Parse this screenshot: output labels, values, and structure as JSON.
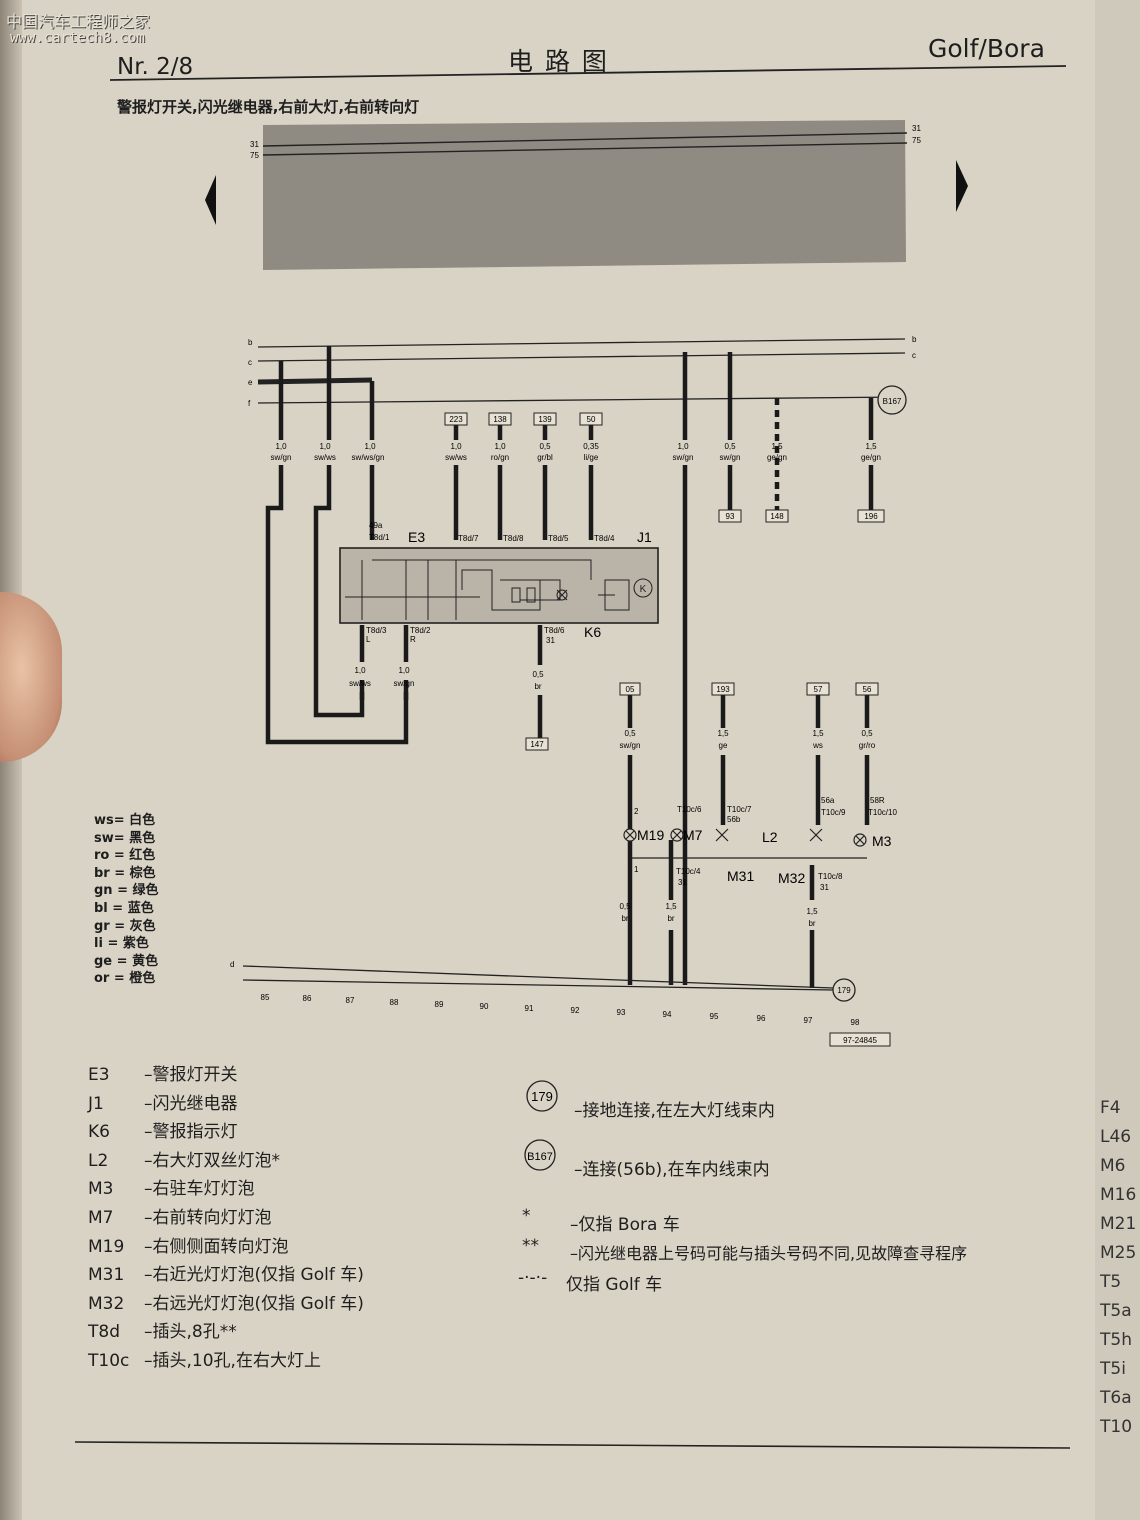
{
  "watermark": {
    "line1": "中国汽车工程师之家",
    "line2": "www.cartech8.com"
  },
  "header": {
    "page_no": "Nr. 2/8",
    "title": "电 路 图",
    "model": "Golf/Bora"
  },
  "subtitle": "警报灯开关,闪光继电器,右前大灯,右前转向灯",
  "diagram": {
    "bus_top_labels": [
      "31",
      "75"
    ],
    "bus_labels": [
      "b",
      "c",
      "e",
      "f",
      "d"
    ],
    "wires_top": [
      {
        "size": "1,0",
        "color": "sw/gn"
      },
      {
        "size": "1,0",
        "color": "sw/ws"
      },
      {
        "size": "1,0",
        "color": "sw/ws/gn"
      },
      {
        "size": "1,0",
        "color": "sw/ws"
      },
      {
        "size": "1,0",
        "color": "ro/gn"
      },
      {
        "size": "0,5",
        "color": "gr/bl"
      },
      {
        "size": "0,35",
        "color": "li/ge"
      },
      {
        "size": "1,0",
        "color": "sw/gn"
      },
      {
        "size": "0,5",
        "color": "sw/gn"
      },
      {
        "size": "1,5",
        "color": "ge/gn"
      },
      {
        "size": "1,5",
        "color": "ge/gn"
      }
    ],
    "top_refs": [
      "223",
      "138",
      "139",
      "50"
    ],
    "bottom_refs_right": [
      "93",
      "148",
      "196"
    ],
    "connection_b167": "B167",
    "ground_179": "179",
    "component_e3": "E3",
    "component_j1": "J1",
    "component_k6": "K6",
    "pins_top": [
      "49a T8d/1",
      "T8d/7",
      "T8d/8",
      "T8d/5",
      "T8d/4"
    ],
    "pin_49a": "49a",
    "pin_t8d1": "T8d/1",
    "pin_t8d7": "T8d/7",
    "pin_t8d8": "T8d/8",
    "pin_t8d5": "T8d/5",
    "pin_t8d4": "T8d/4",
    "pin_t8d3": "T8d/3",
    "pin_l": "L",
    "pin_t8d2": "T8d/2",
    "pin_r": "R",
    "pin_t8d6": "T8d/6",
    "pin_31": "31",
    "wire_low_left_a": {
      "size": "1,0",
      "color": "sw/ws"
    },
    "wire_low_left_b": {
      "size": "1,0",
      "color": "sw/gn"
    },
    "wire_k6": {
      "size": "0,5",
      "color": "br"
    },
    "ref_147": "147",
    "mid_refs": [
      "05",
      "193",
      "57",
      "56"
    ],
    "wire_m19": {
      "size": "0,5",
      "color": "sw/gn"
    },
    "wire_l2": {
      "size": "1,5",
      "color": "ge"
    },
    "wire_m31": {
      "size": "1,5",
      "color": "ws"
    },
    "wire_m3": {
      "size": "0,5",
      "color": "gr/ro"
    },
    "pin_2": "2",
    "pin_t10c6": "T10c/6",
    "pin_t10c7": "T10c/7",
    "pin_56b": "56b",
    "pin_56a": "56a",
    "pin_t10c9": "T10c/9",
    "pin_58r": "58R",
    "pin_t10c10": "T10c/10",
    "lamp_m19": "M19",
    "lamp_m7": "M7",
    "lamp_l2": "L2",
    "lamp_m3": "M3",
    "lamp_m31": "M31",
    "lamp_m32": "M32",
    "pin_1": "1",
    "pin_t10c4": "T10c/4",
    "pin_t10c4_31": "31",
    "pin_t10c8": "T10c/8",
    "pin_t10c8_31": "31",
    "wire_gnd_a": {
      "size": "0,5",
      "color": "br"
    },
    "wire_gnd_b": {
      "size": "1,5",
      "color": "br"
    },
    "wire_gnd_c": {
      "size": "1,5",
      "color": "br"
    },
    "columns": [
      "85",
      "86",
      "87",
      "88",
      "89",
      "90",
      "91",
      "92",
      "93",
      "94",
      "95",
      "96",
      "97",
      "98"
    ],
    "drawing_no": "97-24845"
  },
  "color_legend": [
    "ws= 白色",
    "sw= 黑色",
    "ro = 红色",
    "br = 棕色",
    "gn = 绿色",
    "bl = 蓝色",
    "gr = 灰色",
    "li = 紫色",
    "ge = 黄色",
    "or = 橙色"
  ],
  "components": [
    {
      "code": "E3",
      "desc": "–警报灯开关"
    },
    {
      "code": "J1",
      "desc": "–闪光继电器"
    },
    {
      "code": "K6",
      "desc": "–警报指示灯"
    },
    {
      "code": "L2",
      "desc": "–右大灯双丝灯泡*"
    },
    {
      "code": "M3",
      "desc": "–右驻车灯灯泡"
    },
    {
      "code": "M7",
      "desc": "–右前转向灯灯泡"
    },
    {
      "code": "M19",
      "desc": "–右侧侧面转向灯泡"
    },
    {
      "code": "M31",
      "desc": "–右近光灯灯泡(仅指 Golf 车)"
    },
    {
      "code": "M32",
      "desc": "–右远光灯灯泡(仅指 Golf 车)"
    },
    {
      "code": "T8d",
      "desc": "–插头,8孔**"
    },
    {
      "code": "T10c",
      "desc": "–插头,10孔,在右大灯上"
    }
  ],
  "notes": [
    {
      "sym": "179",
      "text": "–接地连接,在左大灯线束内"
    },
    {
      "sym": "B167",
      "text": "–连接(56b),在车内线束内"
    },
    {
      "sym": "*",
      "text": "–仅指 Bora 车"
    },
    {
      "sym": "**",
      "text": "–闪光继电器上号码可能与插头号码不同,见故障查寻程序"
    },
    {
      "sym": "-·-·-",
      "text": "仅指 Golf 车"
    }
  ],
  "right_index": [
    "F4",
    "L46",
    "M6",
    "M16",
    "M21",
    "M25",
    "T5",
    "T5a",
    "T5h",
    "T5i",
    "T6a",
    "T10"
  ]
}
